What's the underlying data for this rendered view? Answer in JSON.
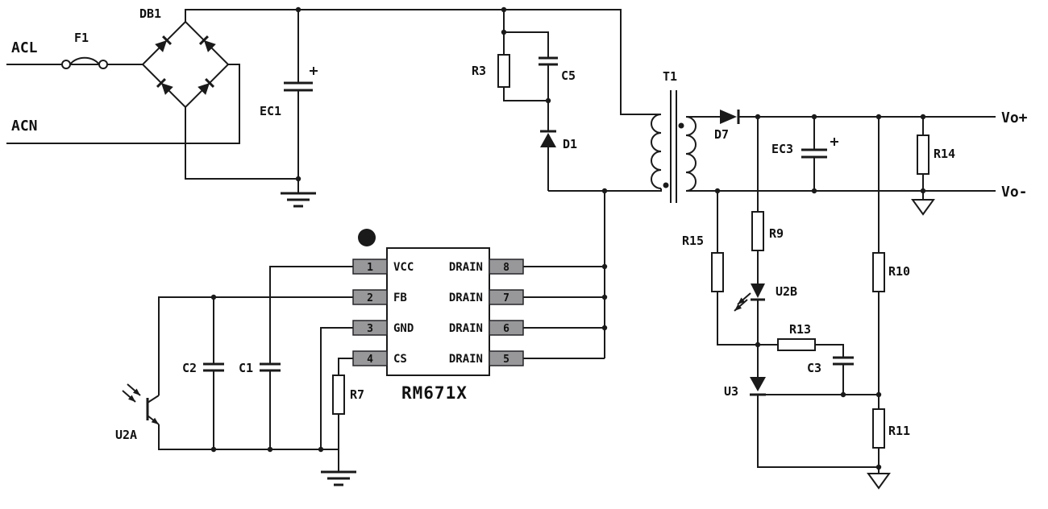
{
  "diagram": {
    "ic": {
      "part_number": "RM671X",
      "left_pins": [
        {
          "number": "1",
          "label": "VCC"
        },
        {
          "number": "2",
          "label": "FB"
        },
        {
          "number": "3",
          "label": "GND"
        },
        {
          "number": "4",
          "label": "CS"
        }
      ],
      "right_pins": [
        {
          "number": "8",
          "label": "DRAIN"
        },
        {
          "number": "7",
          "label": "DRAIN"
        },
        {
          "number": "6",
          "label": "DRAIN"
        },
        {
          "number": "5",
          "label": "DRAIN"
        }
      ]
    },
    "nets": {
      "acl": "ACL",
      "acn": "ACN",
      "vo_plus": "Vo+",
      "vo_minus": "Vo-"
    },
    "components": {
      "f1": "F1",
      "db1": "DB1",
      "ec1": "EC1",
      "r3": "R3",
      "c5": "C5",
      "d1": "D1",
      "t1": "T1",
      "d7": "D7",
      "ec3": "EC3",
      "r14": "R14",
      "r15": "R15",
      "r9": "R9",
      "u2b": "U2B",
      "r13": "R13",
      "c3": "C3",
      "u3": "U3",
      "r10": "R10",
      "r11": "R11",
      "c2": "C2",
      "c1": "C1",
      "r7": "R7",
      "u2a": "U2A"
    }
  }
}
